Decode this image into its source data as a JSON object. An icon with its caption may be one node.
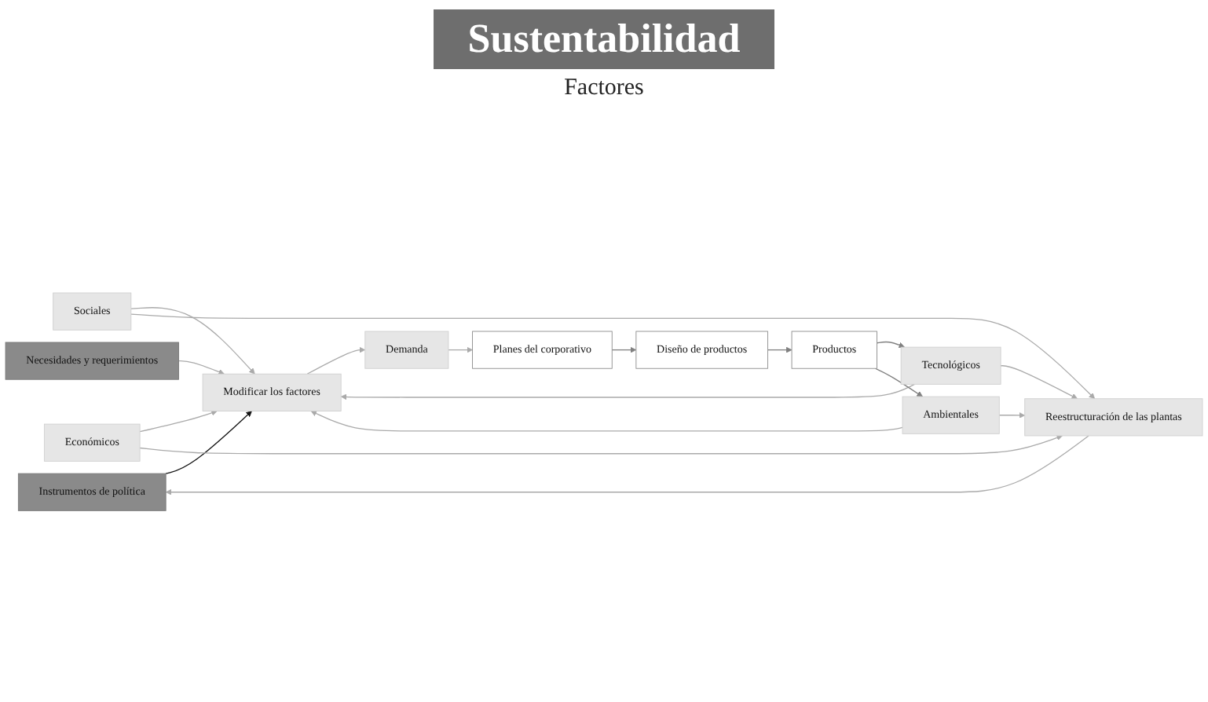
{
  "diagram": {
    "title": "Sustentabilidad",
    "nodes": [
      {
        "text": [
          "Instrumentos de política"
        ]
      },
      {
        "text": [
          "Necesidades y requerimientos"
        ]
      },
      {
        "text": [
          "Sociales"
        ]
      },
      {
        "text": [
          "Económicos"
        ]
      },
      {
        "text": [
          "Modificar los factores"
        ]
      },
      {
        "text": [
          "Reestructuración de las plantas"
        ]
      },
      {
        "text": [
          "Tecnológicos"
        ]
      },
      {
        "text": [
          "Ambientales"
        ]
      },
      {
        "text": [
          "Demanda"
        ]
      },
      {
        "text": [
          "Planes del corporativo"
        ]
      },
      {
        "text": [
          "Diseño de productos"
        ]
      },
      {
        "text": [
          "Productos"
        ]
      }
    ],
    "edges": [
      {
        "from": 0,
        "to": 4,
        "arrow": "to",
        "color": "#111111"
      },
      {
        "from": 1,
        "to": 4,
        "arrow": "to"
      },
      {
        "from": 2,
        "to": 4,
        "arrow": "to"
      },
      {
        "from": 3,
        "to": 4,
        "arrow": "to"
      },
      {
        "from": 6,
        "to": 4,
        "arrow": "to"
      },
      {
        "from": 7,
        "to": 4,
        "arrow": "to"
      },
      {
        "from": 2,
        "to": 5,
        "arrow": "to"
      },
      {
        "from": 3,
        "to": 5,
        "arrow": "to"
      },
      {
        "from": 6,
        "to": 5,
        "arrow": "to"
      },
      {
        "from": 7,
        "to": 5,
        "arrow": "to"
      },
      {
        "from": 5,
        "to": 0,
        "arrow": "to"
      },
      {
        "from": 4,
        "to": 8,
        "arrow": "to"
      },
      {
        "from": 8,
        "to": 9,
        "arrow": "to"
      },
      {
        "from": 9,
        "to": 10,
        "arrow": "to",
        "color": "#808080"
      },
      {
        "from": 10,
        "to": 11,
        "arrow": "to",
        "color": "#808080"
      },
      {
        "from": 11,
        "to": 6,
        "arrow": "to",
        "color": "#808080"
      },
      {
        "from": 11,
        "to": 7,
        "arrow": "to",
        "color": "#808080"
      }
    ],
    "labels": [
      "Factores"
    ]
  }
}
